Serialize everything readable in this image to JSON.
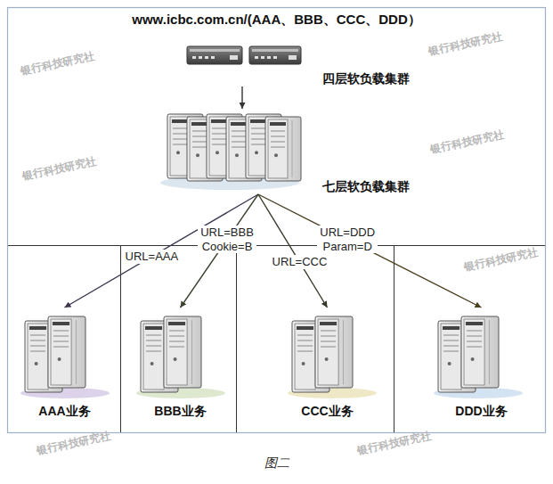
{
  "diagram": {
    "title": "www.icbc.com.cn/(AAA、BBB、CCC、DDD）",
    "caption": "图二",
    "nodes": [
      {
        "text": [
          "四层软负载集群"
        ]
      },
      {
        "text": [
          "七层软负载集群"
        ]
      },
      {
        "text": [
          "AAA业务"
        ]
      },
      {
        "text": [
          "BBB业务"
        ]
      },
      {
        "text": [
          "CCC业务"
        ]
      },
      {
        "text": [
          "DDD业务"
        ]
      }
    ],
    "edges": [
      {
        "from": 0,
        "to": 1,
        "arrow": "to"
      },
      {
        "from": 1,
        "to": 2,
        "label": "URL=AAA",
        "arrow": "to"
      },
      {
        "from": 1,
        "to": 3,
        "label": "URL=BBB Cookie=B",
        "arrow": "to"
      },
      {
        "from": 1,
        "to": 4,
        "label": "URL=CCC",
        "arrow": "to"
      },
      {
        "from": 1,
        "to": 5,
        "label": "URL=DDD Param=D",
        "arrow": "to"
      }
    ],
    "labels": [
      "银行科技研究社",
      "银行科技研究社",
      "银行科技研究社",
      "银行科技研究社",
      "银行科技研究社",
      "银行科技研究社",
      "银行科技研究社"
    ]
  }
}
